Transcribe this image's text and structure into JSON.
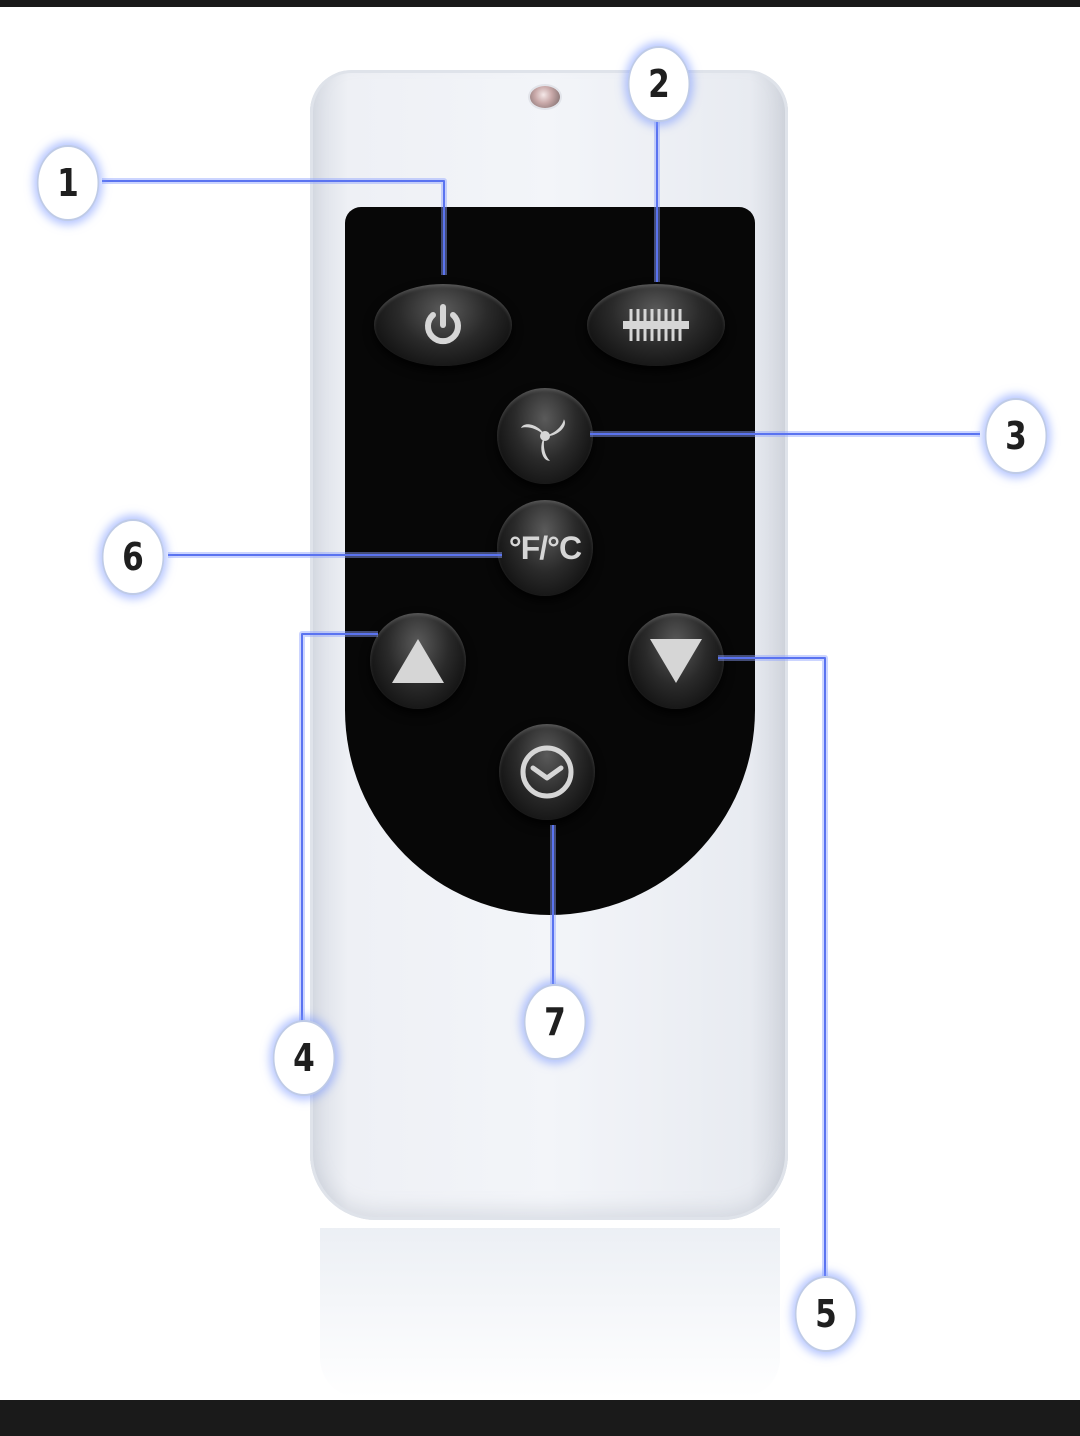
{
  "callouts": [
    "1",
    "2",
    "3",
    "4",
    "5",
    "6",
    "7"
  ],
  "buttons": {
    "temp_unit_label": "°F/°C"
  },
  "colors": {
    "panel": "#070707",
    "button_symbol": "#d6d6d6",
    "leader_line": "#7f95ff",
    "remote_body": "#f1f3f7"
  },
  "icons": {
    "power": "power-icon",
    "heater": "heater-grid-icon",
    "fan": "fan-icon",
    "up": "up-arrow-icon",
    "down": "down-arrow-icon",
    "timer": "clock-icon"
  }
}
